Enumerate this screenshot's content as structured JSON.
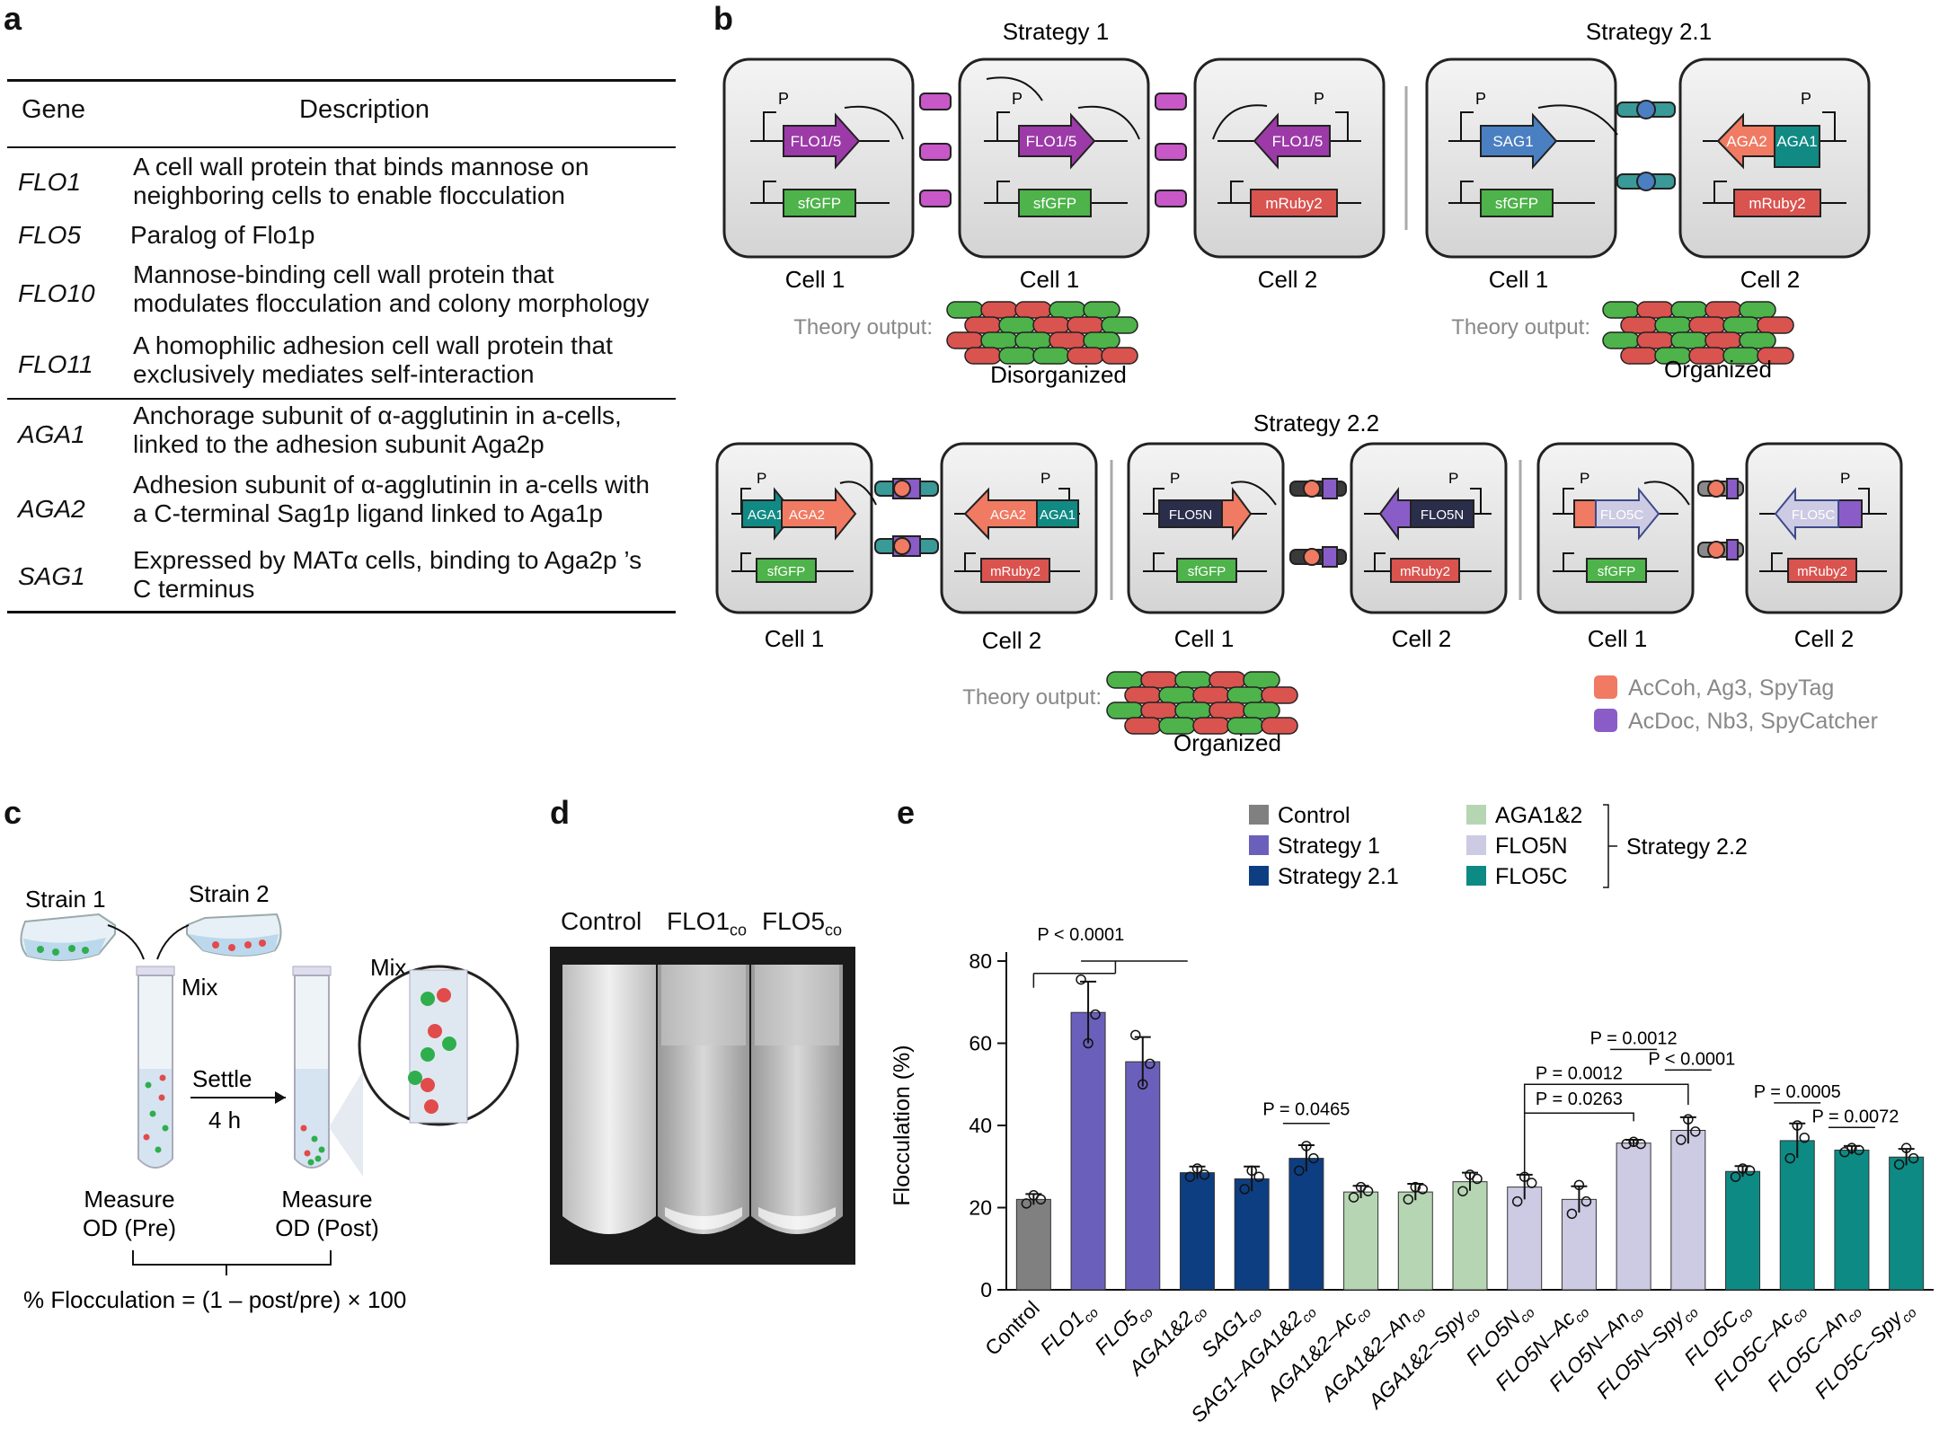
{
  "panels": {
    "a": "a",
    "b": "b",
    "c": "c",
    "d": "d",
    "e": "e"
  },
  "table": {
    "header": {
      "gene": "Gene",
      "description": "Description"
    },
    "rows": [
      {
        "gene": "FLO1",
        "l1": "A cell wall protein that binds mannose on",
        "l2": "neighboring cells to enable flocculation"
      },
      {
        "gene": "FLO5",
        "l1": "Paralog of Flo1p",
        "l2": ""
      },
      {
        "gene": "FLO10",
        "l1": "Mannose-binding cell wall protein that",
        "l2": "modulates flocculation and colony morphology"
      },
      {
        "gene": "FLO11",
        "l1": "A homophilic adhesion cell wall protein that",
        "l2": "exclusively mediates self-interaction"
      },
      {
        "gene": "AGA1",
        "l1": "Anchorage subunit of α-agglutinin in a-cells,",
        "l2": "linked to the adhesion subunit Aga2p"
      },
      {
        "gene": "AGA2",
        "l1": "Adhesion subunit of α-agglutinin in a-cells with",
        "l2": "a C-terminal Sag1p ligand linked to Aga1p"
      },
      {
        "gene": "SAG1",
        "l1": "Expressed by MATα cells, binding to Aga2p ’s",
        "l2": "C terminus"
      }
    ]
  },
  "b": {
    "s1": {
      "title": "Strategy 1",
      "cell1": "Cell 1",
      "cell1b": "Cell 1",
      "cell2": "Cell 2",
      "gene": "FLO1/5",
      "rep1": "sfGFP",
      "rep2": "mRuby2",
      "p": "P",
      "theory": "Theory output:",
      "result": "Disorganized"
    },
    "s21": {
      "title": "Strategy 2.1",
      "cell1": "Cell 1",
      "cell2": "Cell 2",
      "g1": "SAG1",
      "g2a": "AGA2",
      "g2b": "AGA1",
      "rep1": "sfGFP",
      "rep2": "mRuby2",
      "theory": "Theory output:",
      "result": "Organized"
    },
    "s22": {
      "title": "Strategy 2.2",
      "theory": "Theory output:",
      "result": "Organized",
      "groups": [
        {
          "c1": "Cell 1",
          "c2": "Cell 2",
          "g1a": "AGA1",
          "g1b": "AGA2",
          "g2a": "AGA2",
          "g2b": "AGA1"
        },
        {
          "c1": "Cell 1",
          "c2": "Cell 2",
          "g1": "FLO5N",
          "g2": "FLO5N"
        },
        {
          "c1": "Cell 1",
          "c2": "Cell 2",
          "g1": "FLO5C",
          "g2": "FLO5C"
        }
      ],
      "rep1": "sfGFP",
      "rep2": "mRuby2"
    },
    "legend": [
      {
        "label": "AcCoh, Ag3, SpyTag",
        "color": "#f07a62"
      },
      {
        "label": "AcDoc, Nb3, SpyCatcher",
        "color": "#8a5cc8"
      }
    ]
  },
  "c": {
    "strain1": "Strain 1",
    "strain2": "Strain 2",
    "mix1": "Mix",
    "mix2": "Mix",
    "settle": "Settle",
    "time": "4 h",
    "m1a": "Measure",
    "m1b": "OD (Pre)",
    "m2a": "Measure",
    "m2b": "OD (Post)",
    "formula": "% Flocculation = (1 – post/pre) × 100"
  },
  "d": {
    "l1": "Control",
    "l2": "FLO1",
    "l2s": "co",
    "l3": "FLO5",
    "l3s": "co"
  },
  "colors": {
    "control": "#808080",
    "s1": "#6a60bb",
    "s21": "#0d3e82",
    "aga": "#b6d6b3",
    "flo5n": "#cdcae3",
    "flo5c": "#0d8a84"
  },
  "chart_data": {
    "type": "bar",
    "ylabel": "Flocculation (%)",
    "ylim": [
      0,
      80
    ],
    "yticks": [
      0,
      20,
      40,
      60,
      80
    ],
    "categories": [
      {
        "main": "Control",
        "sub": ""
      },
      {
        "main": "FLO1",
        "sub": "co"
      },
      {
        "main": "FLO5",
        "sub": "co"
      },
      {
        "main": "AGA1&2",
        "sub": "co"
      },
      {
        "main": "SAG1",
        "sub": "co"
      },
      {
        "main": "SAG1–AGA1&2",
        "sub": "co"
      },
      {
        "main": "AGA1&2–Ac",
        "sub": "co"
      },
      {
        "main": "AGA1&2–An",
        "sub": "co"
      },
      {
        "main": "AGA1&2–Spy",
        "sub": "co"
      },
      {
        "main": "FLO5N",
        "sub": "co"
      },
      {
        "main": "FLO5N–Ac",
        "sub": "co"
      },
      {
        "main": "FLO5N–An",
        "sub": "co"
      },
      {
        "main": "FLO5N–Spy",
        "sub": "co"
      },
      {
        "main": "FLO5C",
        "sub": "co"
      },
      {
        "main": "FLO5C–Ac",
        "sub": "co"
      },
      {
        "main": "FLO5C–An",
        "sub": "co"
      },
      {
        "main": "FLO5C–Spy",
        "sub": "co"
      }
    ],
    "values": [
      22,
      67.5,
      55.5,
      28.5,
      27,
      32,
      23.8,
      23.8,
      26.3,
      25,
      22,
      35.7,
      38.8,
      28.8,
      36.3,
      34,
      32.3
    ],
    "errors": [
      1.3,
      7.5,
      6,
      1.5,
      3,
      3.2,
      1.5,
      2,
      2.2,
      3,
      3.2,
      0.8,
      3.2,
      1.3,
      4.2,
      1,
      2
    ],
    "points": [
      [
        21,
        23,
        22
      ],
      [
        75.5,
        60,
        67
      ],
      [
        62,
        50,
        55
      ],
      [
        27.5,
        29.5,
        28
      ],
      [
        24.5,
        29,
        27.5
      ],
      [
        29,
        35,
        32
      ],
      [
        22.5,
        25,
        24
      ],
      [
        22,
        25,
        24.5
      ],
      [
        24,
        28,
        27
      ],
      [
        21.5,
        27.5,
        26
      ],
      [
        18.5,
        25.5,
        21.5
      ],
      [
        35.5,
        36,
        35.5
      ],
      [
        36.5,
        41.5,
        38.5
      ],
      [
        27.5,
        29.5,
        29
      ],
      [
        32,
        40,
        37
      ],
      [
        33.5,
        34.5,
        34
      ],
      [
        30.5,
        34.5,
        32
      ]
    ],
    "groups": [
      "control",
      "s1",
      "s1",
      "s21",
      "s21",
      "s21",
      "aga",
      "aga",
      "aga",
      "flo5n",
      "flo5n",
      "flo5n",
      "flo5n",
      "flo5c",
      "flo5c",
      "flo5c",
      "flo5c"
    ],
    "legend": [
      {
        "label": "Control",
        "group": "control"
      },
      {
        "label": "Strategy 1",
        "group": "s1"
      },
      {
        "label": "Strategy 2.1",
        "group": "s21"
      },
      {
        "label": "AGA1&2",
        "group": "aga"
      },
      {
        "label": "FLO5N",
        "group": "flo5n"
      },
      {
        "label": "FLO5C",
        "group": "flo5c"
      }
    ],
    "legend_bracket": "Strategy 2.2",
    "annotations": [
      {
        "text": "P < 0.0001",
        "from": 0,
        "to": 2
      },
      {
        "text": "P = 0.0465",
        "from": 5,
        "to": 5
      },
      {
        "text": "P = 0.0263",
        "from": 9,
        "to": 11
      },
      {
        "text": "P = 0.0012",
        "from": 9,
        "to": 12
      },
      {
        "text": "P = 0.0012",
        "from": 11,
        "to": 11
      },
      {
        "text": "P < 0.0001",
        "from": 12,
        "to": 12
      },
      {
        "text": "P = 0.0005",
        "from": 14,
        "to": 14
      },
      {
        "text": "P = 0.0072",
        "from": 15,
        "to": 15
      }
    ]
  }
}
